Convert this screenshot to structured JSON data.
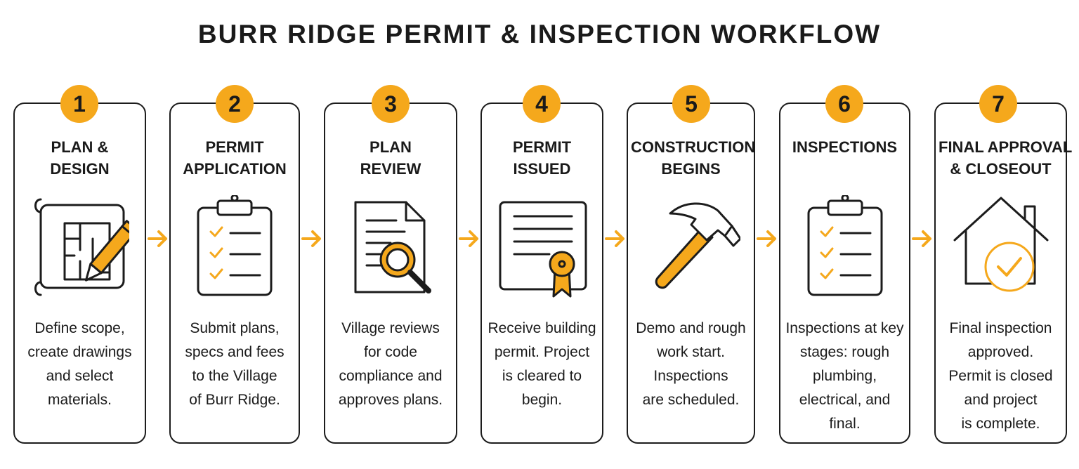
{
  "title": "BURR RIDGE PERMIT & INSPECTION WORKFLOW",
  "colors": {
    "accent": "#F5A81C",
    "stroke": "#1c1c1c"
  },
  "steps": [
    {
      "number": "1",
      "title": [
        "PLAN &",
        "DESIGN"
      ],
      "icon": "blueprint-pencil-icon",
      "desc": [
        "Define scope,",
        "create drawings",
        "and select",
        "materials."
      ]
    },
    {
      "number": "2",
      "title": [
        "PERMIT",
        "APPLICATION"
      ],
      "icon": "clipboard-checklist-icon",
      "desc": [
        "Submit plans,",
        "specs and fees",
        "to the Village",
        "of Burr Ridge."
      ]
    },
    {
      "number": "3",
      "title": [
        "PLAN",
        "REVIEW"
      ],
      "icon": "document-magnifier-icon",
      "desc": [
        "Village reviews",
        "for code",
        "compliance and",
        "approves plans."
      ]
    },
    {
      "number": "4",
      "title": [
        "PERMIT",
        "ISSUED"
      ],
      "icon": "certificate-ribbon-icon",
      "desc": [
        "Receive building",
        "permit. Project",
        "is cleared to",
        "begin."
      ]
    },
    {
      "number": "5",
      "title": [
        "CONSTRUCTION",
        "BEGINS"
      ],
      "icon": "hammer-icon",
      "desc": [
        "Demo and rough",
        "work start.",
        "Inspections",
        "are scheduled."
      ]
    },
    {
      "number": "6",
      "title": [
        "INSPECTIONS"
      ],
      "icon": "clipboard-checklist-icon",
      "desc": [
        "Inspections at key",
        "stages: rough",
        "plumbing,",
        "electrical, and",
        "final."
      ]
    },
    {
      "number": "7",
      "title": [
        "FINAL APPROVAL",
        "& CLOSEOUT"
      ],
      "icon": "house-check-icon",
      "desc": [
        "Final inspection",
        "approved.",
        "Permit is closed",
        "and project",
        "is complete."
      ]
    }
  ]
}
